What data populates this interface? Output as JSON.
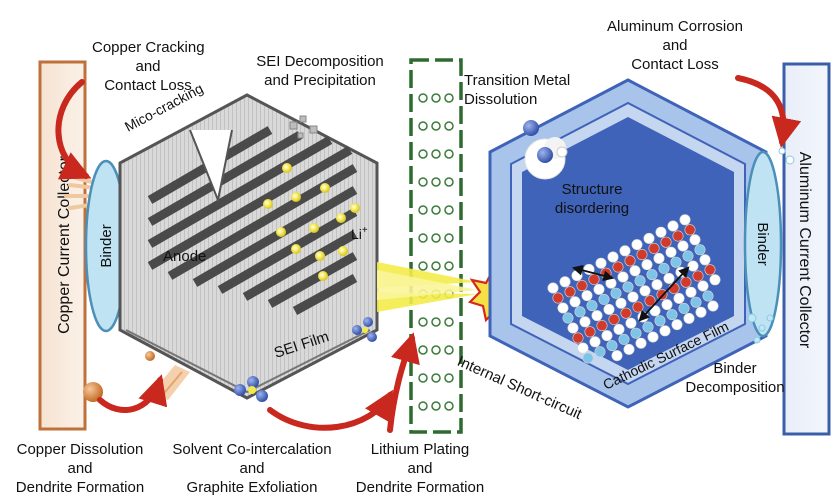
{
  "left_collector": {
    "label": "Copper Current Collector",
    "color": "#c0703a"
  },
  "right_collector": {
    "label": "Aluminum Current Collector",
    "color": "#3a5fa8"
  },
  "binder_left": {
    "label": "Binder"
  },
  "binder_right": {
    "label": "Binder"
  },
  "anode": {
    "label": "Anode",
    "sei_label": "SEI Film",
    "li_label": "Li",
    "li_superscript": "+",
    "crack_label": "Mico-cracking"
  },
  "cathode": {
    "disorder_line1": "Structure",
    "disorder_line2": "disordering",
    "surface_film_label": "Cathodic Surface Film"
  },
  "separator": {
    "color": "#2e6b2e"
  },
  "labels": {
    "copper_cracking": [
      "Copper Cracking",
      "and",
      "Contact Loss"
    ],
    "sei_decomposition": [
      "SEI Decomposition",
      "and Precipitation"
    ],
    "transition_metal": [
      "Transition Metal",
      "Dissolution"
    ],
    "aluminum_corrosion": [
      "Aluminum Corrosion",
      "and",
      "Contact Loss"
    ],
    "internal_short": "Internal Short-circuit",
    "binder_decomposition": [
      "Binder",
      "Decomposition"
    ],
    "copper_dissolution": [
      "Copper Dissolution",
      "and",
      "Dendrite Formation"
    ],
    "solvent_cointercalation": [
      "Solvent Co-intercalation",
      "and",
      "Graphite Exfoliation"
    ],
    "lithium_plating": [
      "Lithium Plating",
      "and",
      "Dendrite Formation"
    ]
  },
  "colors": {
    "arrow_red": "#c8281e",
    "cathode_blue": "#3f63b8",
    "cathode_light": "#a9c4ea",
    "ion_yellow": "#f2e94a",
    "binder_fill": "#bfe3f3"
  }
}
